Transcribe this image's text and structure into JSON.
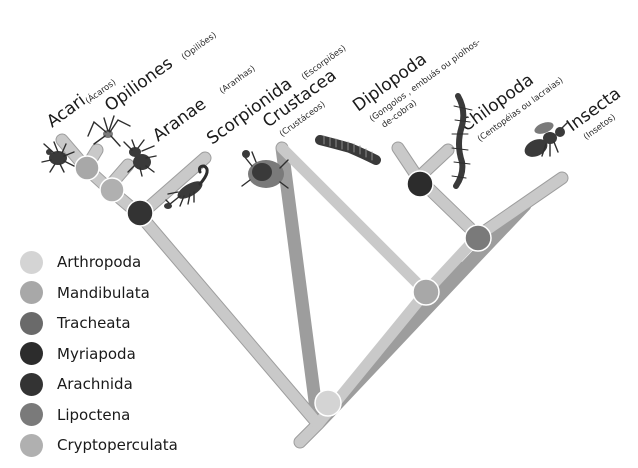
{
  "taxa": [
    {
      "name": "Acari",
      "common": "(Ácaros)"
    },
    {
      "name": "Opiliones",
      "common": "(Opiliões)"
    },
    {
      "name": "Aranae",
      "common": "(Aranhas)"
    },
    {
      "name": "Scorpionida",
      "common": "(Escorpiões)"
    },
    {
      "name": "Crustacea",
      "common": "(Crustáceos)"
    },
    {
      "name": "Diplopoda",
      "common": "(Gongolos , embuás ou piolhos-",
      "common2": "de-cobra)"
    },
    {
      "name": "Chilopoda",
      "common": "(Centopéias ou lacraias)"
    },
    {
      "name": "Insecta",
      "common": "(Insetos)"
    }
  ],
  "legend": [
    {
      "label": "Arthropoda",
      "color": "#d4d4d4"
    },
    {
      "label": "Mandibulata",
      "color": "#a8a8a8"
    },
    {
      "label": "Tracheata",
      "color": "#6a6a6a"
    },
    {
      "label": "Myriapoda",
      "color": "#2c2c2c"
    },
    {
      "label": "Arachnida",
      "color": "#333333"
    },
    {
      "label": "Lipoctena",
      "color": "#7a7a7a"
    },
    {
      "label": "Cryptoperculata",
      "color": "#b0b0b0"
    }
  ],
  "nodes": [
    {
      "clade": "Arthropoda",
      "color": "#d4d4d4"
    },
    {
      "clade": "Mandibulata",
      "color": "#a8a8a8"
    },
    {
      "clade": "Tracheata",
      "color": "#6a6a6a"
    },
    {
      "clade": "Myriapoda",
      "color": "#2c2c2c"
    },
    {
      "clade": "Arachnida",
      "color": "#333333"
    },
    {
      "clade": "Lipoctena",
      "color": "#7a7a7a"
    },
    {
      "clade": "Cryptoperculata",
      "color": "#b0b0b0"
    }
  ]
}
